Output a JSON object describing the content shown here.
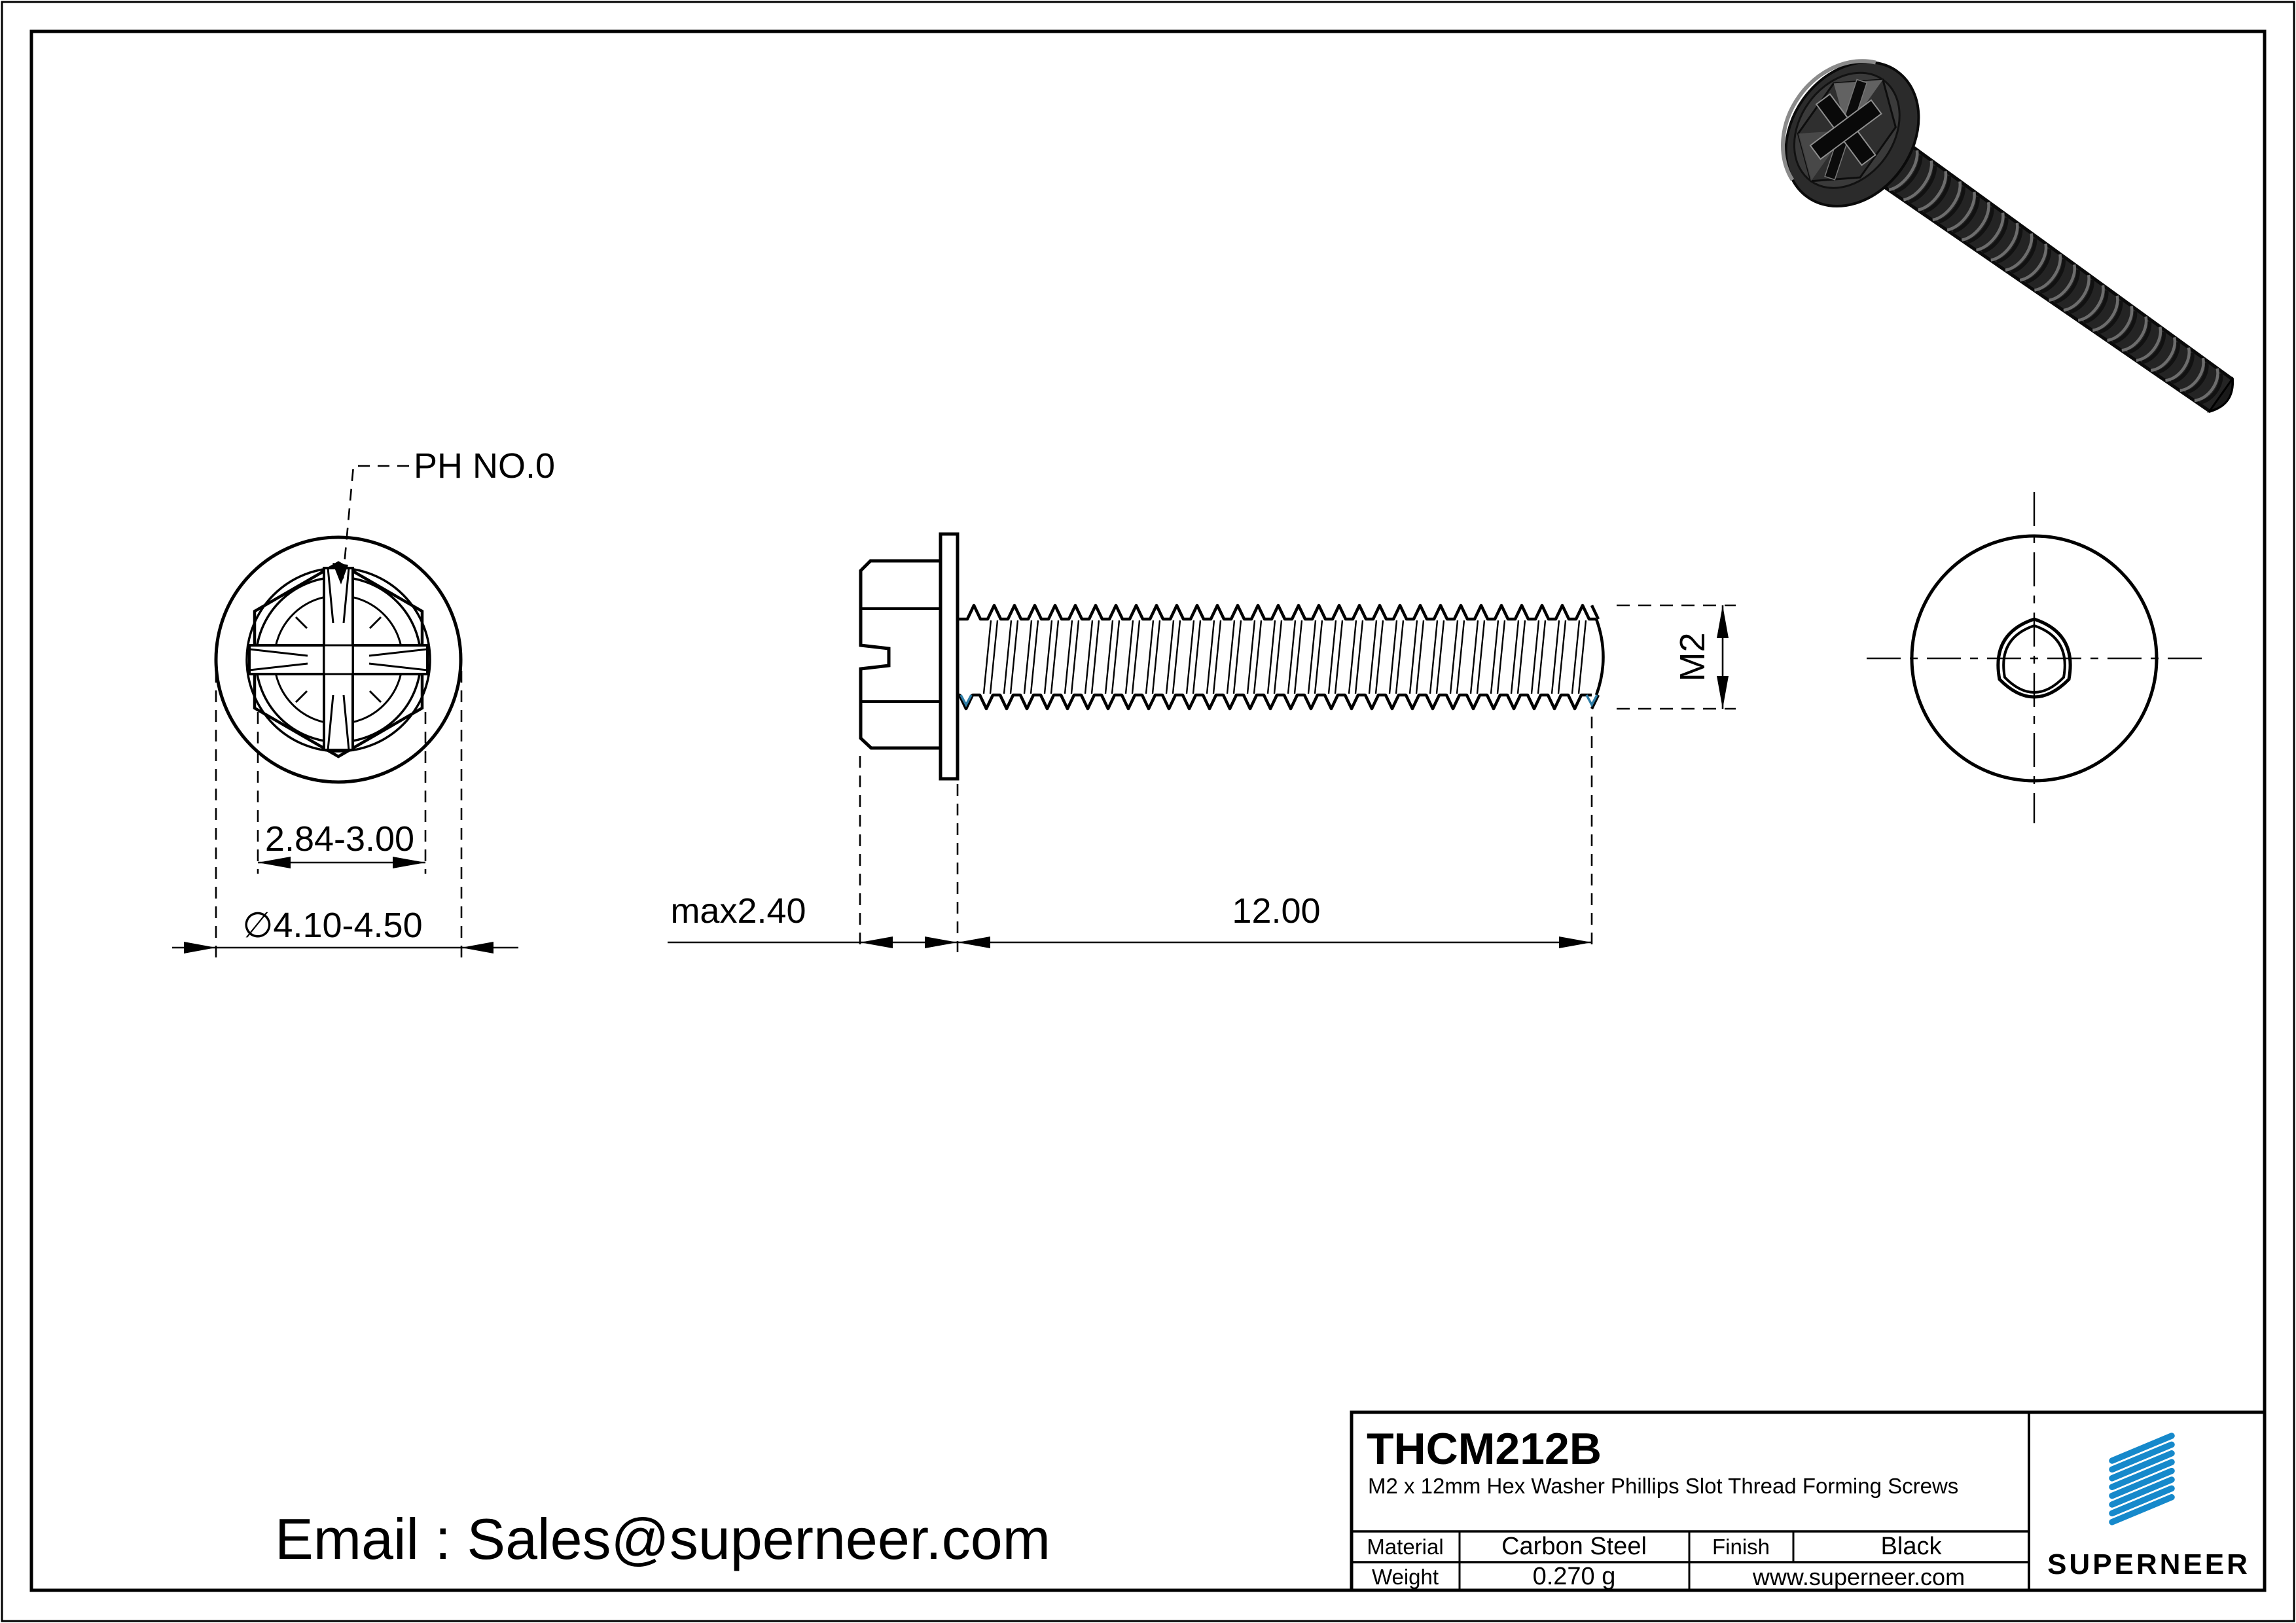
{
  "drawing": {
    "front_view": {
      "ph_label": "PH NO.0",
      "across_flats": "2.84-3.00",
      "outer_dia": "∅4.10-4.50"
    },
    "side_view": {
      "head_height": "max2.40",
      "thread_length": "12.00",
      "thread_size": "M2"
    }
  },
  "title_block": {
    "part_no": "THCM212B",
    "description": "M2 x 12mm Hex Washer Phillips Slot Thread Forming  Screws",
    "material_label": "Material",
    "material_value": "Carbon Steel",
    "finish_label": "Finish",
    "finish_value": "Black",
    "weight_label": "Weight",
    "weight_value": "0.270 g",
    "website": "www.superneer.com",
    "brand": "SUPERNEER"
  },
  "footer": {
    "email": "Email : Sales@superneer.com"
  },
  "colors": {
    "brand_blue": "#1689cb",
    "link_blue": "#1e7fd6",
    "line_black": "#000000",
    "thread_mark_blue": "#2e7da6"
  }
}
